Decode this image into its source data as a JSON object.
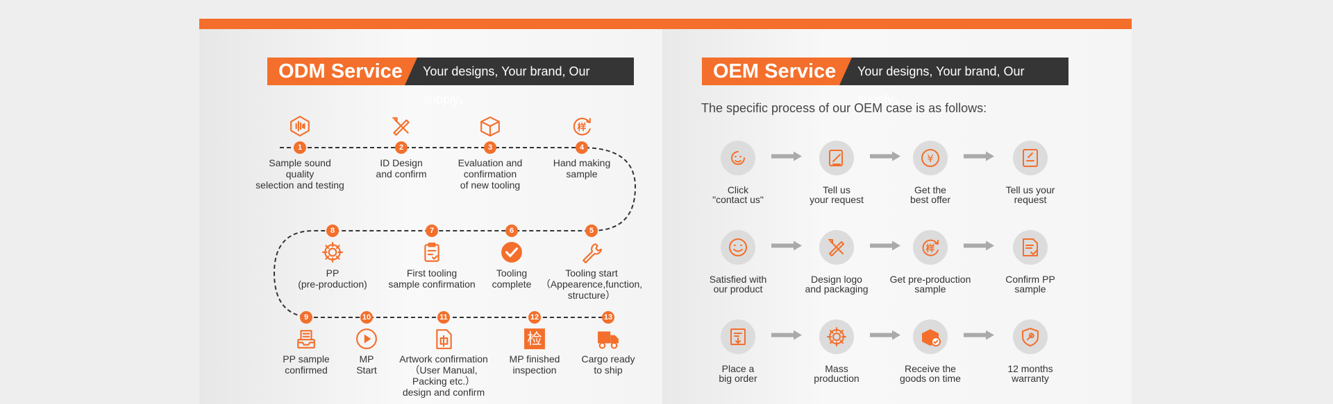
{
  "colors": {
    "accent": "#f36f2b",
    "dark": "#353535",
    "icon_bg": "#dcdcdc"
  },
  "odm": {
    "title": "ODM Service",
    "tagline": "Your designs, Your brand, Our supply。",
    "steps": [
      {
        "num": "1",
        "icon": "sound-wave-icon",
        "lines": [
          "Sample sound",
          "quality",
          "selection and testing"
        ]
      },
      {
        "num": "2",
        "icon": "design-tools-icon",
        "lines": [
          "ID Design",
          "and confirm"
        ]
      },
      {
        "num": "3",
        "icon": "box-icon",
        "lines": [
          "Evaluation and",
          "confirmation",
          "of new tooling"
        ]
      },
      {
        "num": "4",
        "icon": "sample-stamp-icon",
        "lines": [
          "Hand making",
          "sample"
        ]
      },
      {
        "num": "5",
        "icon": "wrench-icon",
        "lines": [
          "Tooling start",
          "（Appearence,function,",
          "structure）"
        ]
      },
      {
        "num": "6",
        "icon": "check-circle-icon",
        "lines": [
          "Tooling",
          "complete"
        ]
      },
      {
        "num": "7",
        "icon": "clipboard-icon",
        "lines": [
          "First tooling",
          "sample confirmation"
        ]
      },
      {
        "num": "8",
        "icon": "gear-icon",
        "lines": [
          "PP",
          "(pre-production)"
        ]
      },
      {
        "num": "9",
        "icon": "inbox-icon",
        "lines": [
          "PP sample",
          "confirmed"
        ]
      },
      {
        "num": "10",
        "icon": "play-icon",
        "lines": [
          "MP",
          "Start"
        ]
      },
      {
        "num": "11",
        "icon": "document-icon",
        "lines": [
          "Artwork confirmation",
          "（User Manual,",
          "Packing etc.）",
          "design and confirm"
        ]
      },
      {
        "num": "12",
        "icon": "inspection-icon",
        "lines": [
          "MP finished",
          "inspection"
        ]
      },
      {
        "num": "13",
        "icon": "truck-icon",
        "lines": [
          "Cargo ready",
          "to ship"
        ]
      }
    ],
    "inspection_char": "检",
    "sample_char": "样"
  },
  "oem": {
    "title": "OEM Service",
    "tagline": "Your designs, Your brand, Our supply。",
    "intro": "The specific process of our OEM case is as follows:",
    "steps": [
      {
        "icon": "chat-icon",
        "lines": [
          "Click",
          "\"contact us\""
        ]
      },
      {
        "icon": "edit-icon",
        "lines": [
          "Tell us",
          "your request"
        ]
      },
      {
        "icon": "yen-icon",
        "lines": [
          "Get the",
          "best offer"
        ]
      },
      {
        "icon": "request-icon",
        "lines": [
          "Tell us your",
          "request"
        ]
      },
      {
        "icon": "smile-icon",
        "lines": [
          "Satisfied with",
          "our product"
        ]
      },
      {
        "icon": "design-tools-icon",
        "lines": [
          "Design logo",
          "and packaging"
        ]
      },
      {
        "icon": "sample-stamp-icon",
        "lines": [
          "Get pre-production",
          "sample"
        ]
      },
      {
        "icon": "confirm-doc-icon",
        "lines": [
          "Confirm PP",
          "sample"
        ]
      },
      {
        "icon": "order-icon",
        "lines": [
          "Place a",
          "big order"
        ]
      },
      {
        "icon": "gear-icon",
        "lines": [
          "Mass",
          "production"
        ]
      },
      {
        "icon": "package-check-icon",
        "lines": [
          "Receive the",
          "goods on time"
        ]
      },
      {
        "icon": "shield-icon",
        "lines": [
          "12 months",
          "warranty"
        ]
      }
    ],
    "sample_char": "样",
    "yen_char": "¥"
  }
}
